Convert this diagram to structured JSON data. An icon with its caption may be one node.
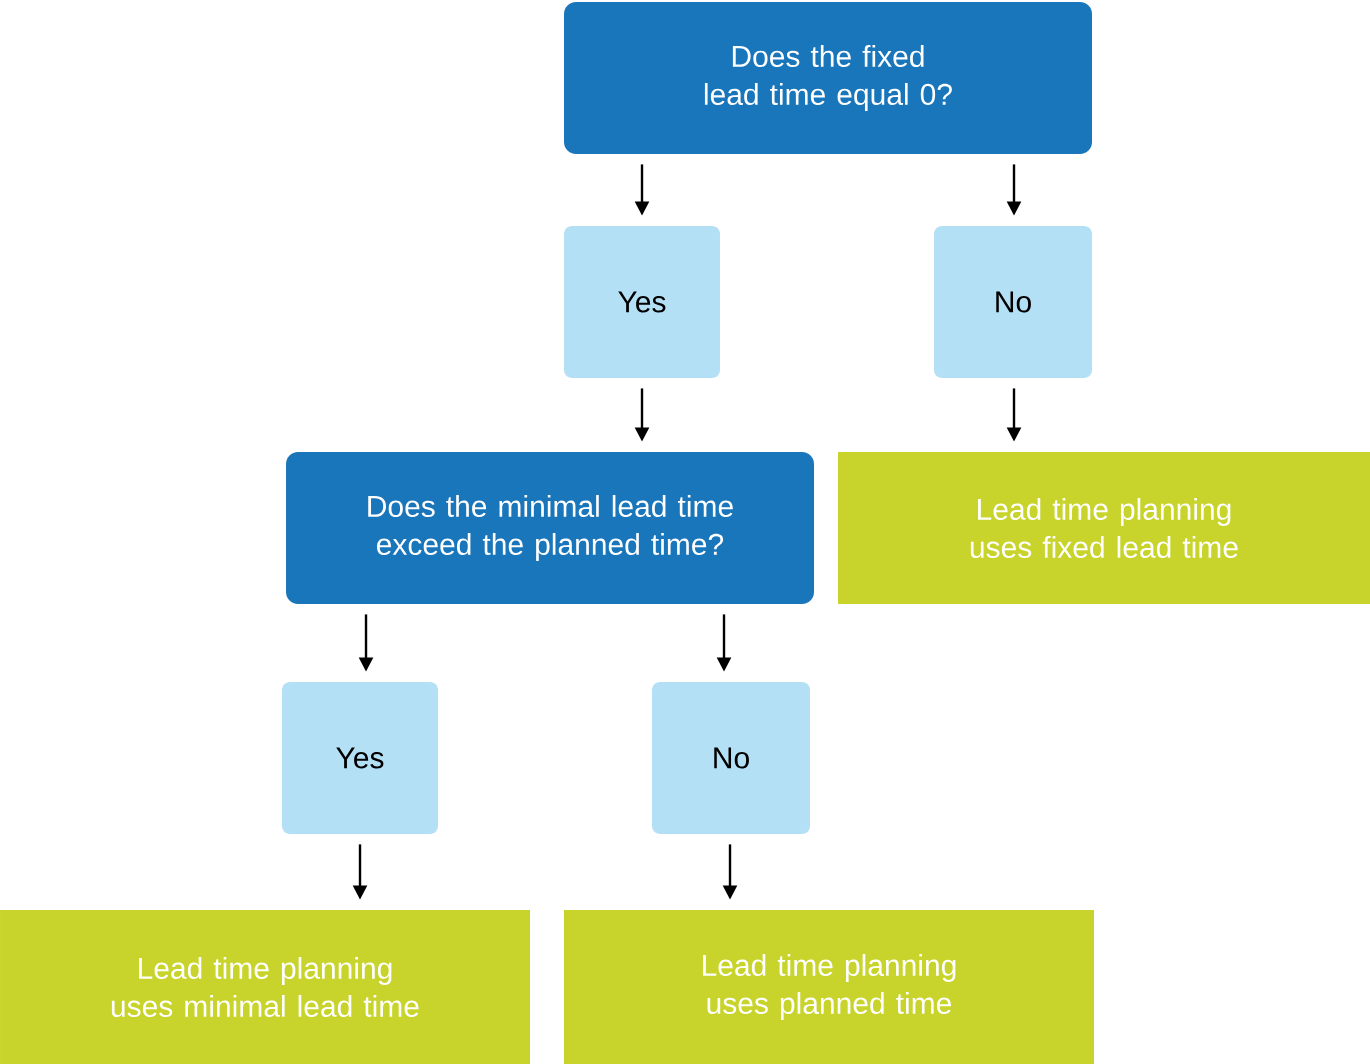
{
  "diagram": {
    "nodes": [
      {
        "text": [
          "Does the fixed lead time equal 0?"
        ]
      },
      {
        "text": [
          "Yes"
        ]
      },
      {
        "text": [
          "No"
        ]
      },
      {
        "text": [
          "Does the minimal lead time exceed the planned time?"
        ]
      },
      {
        "text": [
          "Lead time planning uses fixed lead time"
        ]
      },
      {
        "text": [
          "Yes"
        ]
      },
      {
        "text": [
          "No"
        ]
      },
      {
        "text": [
          "Lead time planning uses minimal lead time"
        ]
      },
      {
        "text": [
          "Lead time planning uses planned time"
        ]
      }
    ],
    "edges": [
      {
        "from": 0,
        "to": 1,
        "arrow": "to"
      },
      {
        "from": 0,
        "to": 2,
        "arrow": "to"
      },
      {
        "from": 1,
        "to": 3,
        "arrow": "to"
      },
      {
        "from": 2,
        "to": 4,
        "arrow": "to"
      },
      {
        "from": 3,
        "to": 5,
        "arrow": "to"
      },
      {
        "from": 3,
        "to": 6,
        "arrow": "to"
      },
      {
        "from": 5,
        "to": 7,
        "arrow": "to"
      },
      {
        "from": 6,
        "to": 8,
        "arrow": "to"
      }
    ]
  }
}
